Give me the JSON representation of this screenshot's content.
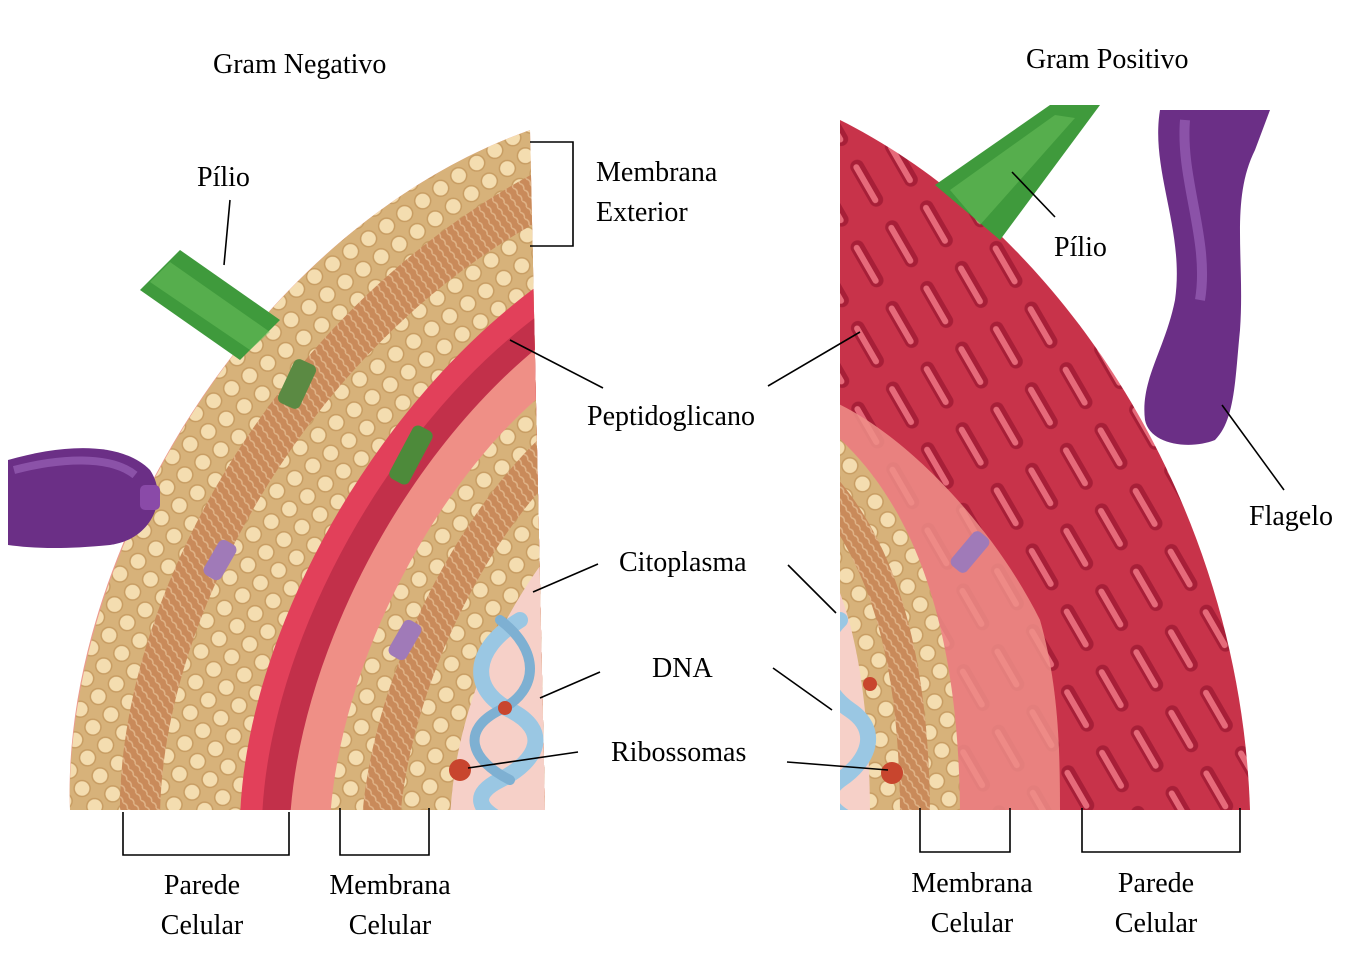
{
  "left_panel": {
    "title": "Gram Negativo",
    "labels": {
      "pilus": "Pílio",
      "outer_membrane_line1": "Membrana",
      "outer_membrane_line2": "Exterior",
      "cell_wall_line1": "Parede",
      "cell_wall_line2": "Celular",
      "cell_membrane_line1": "Membrana",
      "cell_membrane_line2": "Celular"
    }
  },
  "right_panel": {
    "title": "Gram Positivo",
    "labels": {
      "pilus": "Pílio",
      "flagellum": "Flagelo",
      "cell_membrane_line1": "Membrana",
      "cell_membrane_line2": "Celular",
      "cell_wall_line1": "Parede",
      "cell_wall_line2": "Celular"
    }
  },
  "shared_labels": {
    "peptidoglycan": "Peptidoglicano",
    "cytoplasm": "Citoplasma",
    "dna": "DNA",
    "ribosomes": "Ribossomas"
  },
  "colors": {
    "lipid_bead": "#f2d9a8",
    "lipid_tail": "#c98a5a",
    "peptidoglycan": "#c8344a",
    "cytoplasm": "#eb8f86",
    "pilus": "#3f9a3c",
    "flagellum": "#6b2f86",
    "dna": "#8fc0de",
    "ribosome": "#c8452e"
  }
}
